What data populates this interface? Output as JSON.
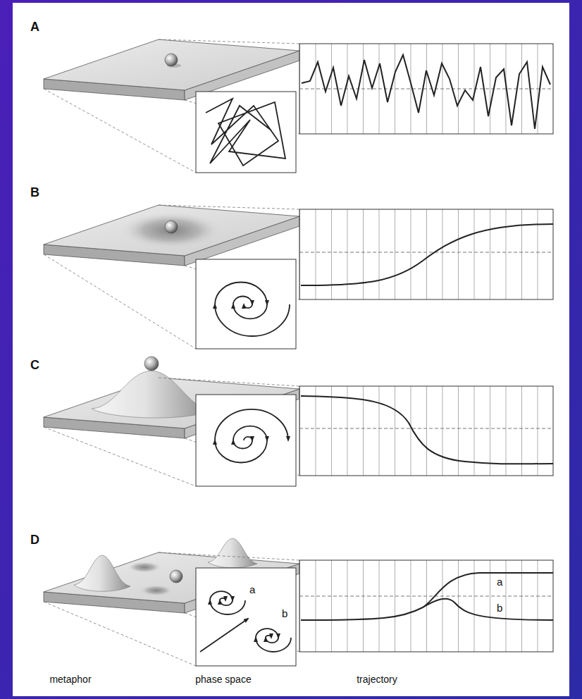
{
  "diagram": {
    "labels": [
      "A",
      "B",
      "C",
      "D",
      "a",
      "b",
      "a",
      "b",
      "metaphor",
      "phase space",
      "trajectory"
    ]
  }
}
